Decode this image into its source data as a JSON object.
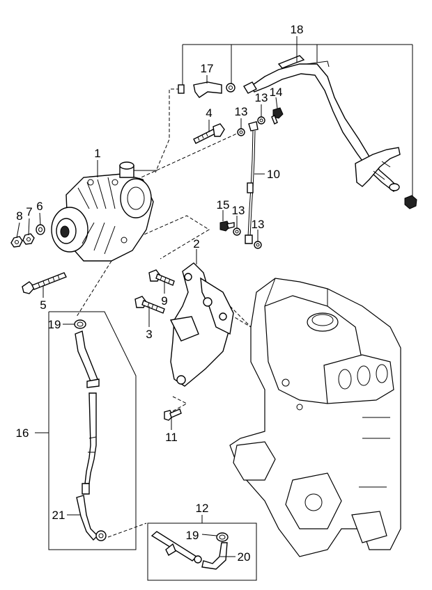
{
  "callouts": {
    "c1": "1",
    "c2": "2",
    "c3": "3",
    "c4": "4",
    "c5": "5",
    "c6": "6",
    "c7": "7",
    "c8": "8",
    "c9": "9",
    "c10": "10",
    "c11": "11",
    "c12": "12",
    "c13a": "13",
    "c13b": "13",
    "c13c": "13",
    "c13d": "13",
    "c14": "14",
    "c15": "15",
    "c16": "16",
    "c17": "17",
    "c18": "18",
    "c19a": "19",
    "c19b": "19",
    "c20": "20",
    "c21": "21"
  }
}
